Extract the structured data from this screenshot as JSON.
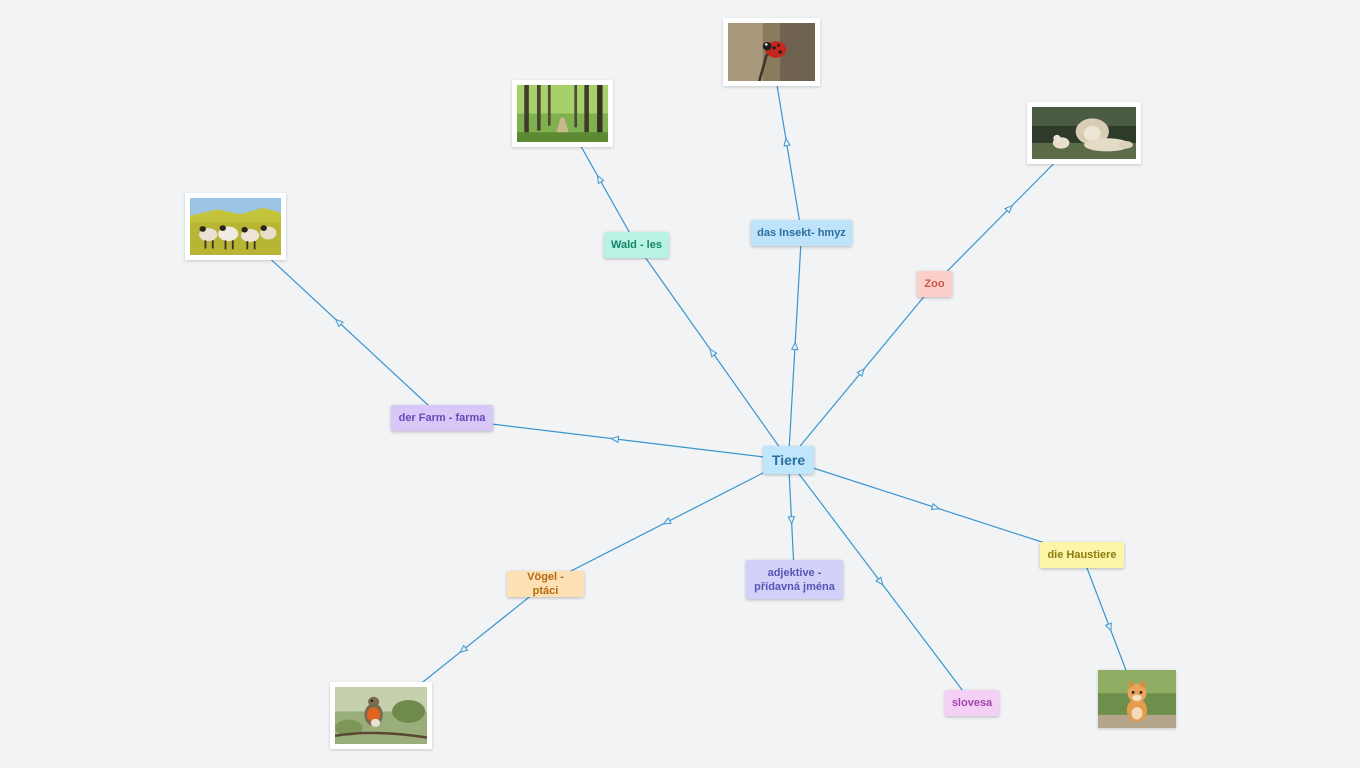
{
  "mindmap": {
    "root": {
      "id": "tiere",
      "label": "Tiere",
      "bg": "#bfe6fb",
      "fg": "#2a6fa0"
    },
    "edge_color": "#3a95cf",
    "topics": [
      {
        "id": "farm",
        "label": "der Farm - farma",
        "bg": "#d8c8f8",
        "fg": "#6a47b8"
      },
      {
        "id": "wald",
        "label": "Wald - les",
        "bg": "#b9f1e2",
        "fg": "#13856a"
      },
      {
        "id": "insekt",
        "label": "das Insekt- hmyz",
        "bg": "#bfe3fb",
        "fg": "#2a6fa0"
      },
      {
        "id": "zoo",
        "label": "Zoo",
        "bg": "#fbd0cb",
        "fg": "#c9554a"
      },
      {
        "id": "haustiere",
        "label": "die Haustiere",
        "bg": "#fdf5a7",
        "fg": "#8b7d10"
      },
      {
        "id": "voegel",
        "label": "Vögel - ptáci",
        "bg": "#fde0b4",
        "fg": "#b06d13"
      },
      {
        "id": "adjektive",
        "label": "adjektive - přídavná jména",
        "bg": "#d1d1fa",
        "fg": "#5656b6"
      },
      {
        "id": "slovesa",
        "label": "slovesa",
        "bg": "#f4d0f7",
        "fg": "#a046a8"
      }
    ],
    "images": [
      {
        "id": "img-farm",
        "subject": "sheep-photo"
      },
      {
        "id": "img-wald",
        "subject": "forest-photo"
      },
      {
        "id": "img-insekt",
        "subject": "ladybug-photo"
      },
      {
        "id": "img-zoo",
        "subject": "lion-photo"
      },
      {
        "id": "img-voegel",
        "subject": "robin-photo"
      },
      {
        "id": "img-haustiere",
        "subject": "kitten-photo"
      }
    ],
    "edges": [
      {
        "from": "tiere",
        "to": "farm"
      },
      {
        "from": "tiere",
        "to": "wald"
      },
      {
        "from": "tiere",
        "to": "insekt"
      },
      {
        "from": "tiere",
        "to": "zoo"
      },
      {
        "from": "tiere",
        "to": "haustiere"
      },
      {
        "from": "tiere",
        "to": "voegel"
      },
      {
        "from": "tiere",
        "to": "adjektive"
      },
      {
        "from": "tiere",
        "to": "slovesa"
      },
      {
        "from": "farm",
        "to": "img-farm"
      },
      {
        "from": "wald",
        "to": "img-wald"
      },
      {
        "from": "insekt",
        "to": "img-insekt"
      },
      {
        "from": "zoo",
        "to": "img-zoo"
      },
      {
        "from": "voegel",
        "to": "img-voegel"
      },
      {
        "from": "haustiere",
        "to": "img-haustiere"
      }
    ]
  }
}
